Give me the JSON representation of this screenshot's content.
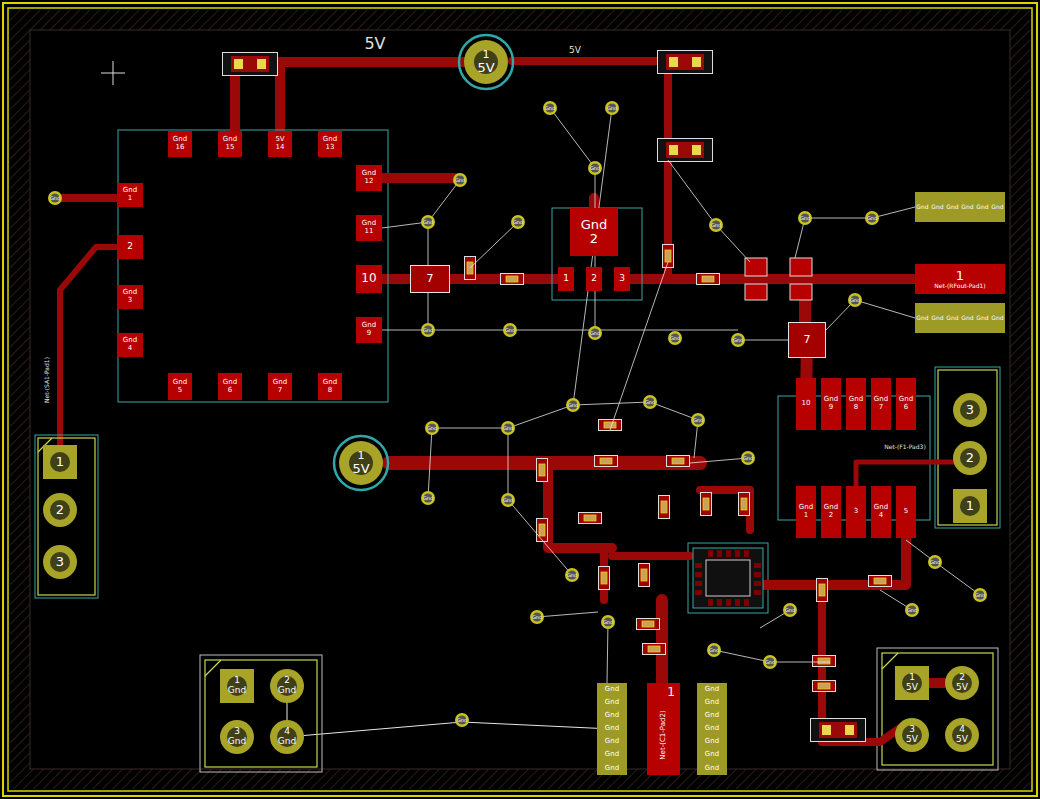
{
  "diagram": {
    "nodes": [
      {
        "text": [
          "1",
          "5V"
        ]
      },
      {
        "text": [
          "Gnd",
          "16"
        ]
      },
      {
        "text": [
          "Gnd",
          "15"
        ]
      },
      {
        "text": [
          "5V",
          "14"
        ]
      },
      {
        "text": [
          "Gnd",
          "13"
        ]
      },
      {
        "text": [
          "Gnd",
          "12"
        ]
      },
      {
        "text": [
          "Gnd",
          "1"
        ]
      },
      {
        "text": [
          "Gnd",
          "Gnd",
          "Gnd",
          "Gnd",
          "Gnd",
          "Gnd"
        ]
      },
      {
        "text": [
          "Gnd",
          "11"
        ]
      },
      {
        "text": [
          "Gnd",
          "2"
        ]
      },
      {
        "text": [
          "2"
        ]
      },
      {
        "text": [
          "10"
        ]
      },
      {
        "text": [
          "7"
        ]
      },
      {
        "text": [
          "1"
        ]
      },
      {
        "text": [
          "2"
        ]
      },
      {
        "text": [
          "3"
        ]
      },
      {
        "text": [
          "1",
          "Net-(RFout-Pad1)"
        ]
      },
      {
        "text": [
          "Gnd",
          "3"
        ]
      },
      {
        "text": [
          "Gnd",
          "Gnd",
          "Gnd",
          "Gnd",
          "Gnd",
          "Gnd"
        ]
      },
      {
        "text": [
          "Gnd",
          "9"
        ]
      },
      {
        "text": [
          "Gnd",
          "4"
        ]
      },
      {
        "text": [
          "7"
        ]
      },
      {
        "text": [
          "Gnd",
          "5"
        ]
      },
      {
        "text": [
          "Gnd",
          "6"
        ]
      },
      {
        "text": [
          "Gnd",
          "7"
        ]
      },
      {
        "text": [
          "Gnd",
          "8"
        ]
      },
      {
        "text": [
          "10"
        ]
      },
      {
        "text": [
          "Gnd",
          "9"
        ]
      },
      {
        "text": [
          "Gnd",
          "8"
        ]
      },
      {
        "text": [
          "Gnd",
          "7"
        ]
      },
      {
        "text": [
          "Gnd",
          "6"
        ]
      },
      {
        "text": [
          "3"
        ]
      },
      {
        "text": [
          "1"
        ]
      },
      {
        "text": [
          "1",
          "5V"
        ]
      },
      {
        "text": [
          "2"
        ]
      },
      {
        "text": [
          "Gnd",
          "1"
        ]
      },
      {
        "text": [
          "Gnd",
          "2"
        ]
      },
      {
        "text": [
          "3"
        ]
      },
      {
        "text": [
          "Gnd",
          "4"
        ]
      },
      {
        "text": [
          "5"
        ]
      },
      {
        "text": [
          "1"
        ]
      },
      {
        "text": [
          "2"
        ]
      },
      {
        "text": [
          "3"
        ]
      },
      {
        "text": [
          "1",
          "5V"
        ]
      },
      {
        "text": [
          "2",
          "5V"
        ]
      },
      {
        "text": [
          "1",
          "Gnd"
        ]
      },
      {
        "text": [
          "2",
          "Gnd"
        ]
      },
      {
        "text": [
          "Gnd",
          "Gnd",
          "Gnd",
          "Gnd",
          "Gnd",
          "Gnd",
          "Gnd"
        ]
      },
      {
        "text": [
          "1",
          "Net-(C1-Pad2)"
        ]
      },
      {
        "text": [
          "Gnd",
          "Gnd",
          "Gnd",
          "Gnd",
          "Gnd",
          "Gnd",
          "Gnd"
        ]
      },
      {
        "text": [
          "3",
          "Gnd"
        ]
      },
      {
        "text": [
          "4",
          "Gnd"
        ]
      },
      {
        "text": [
          "3",
          "5V"
        ]
      },
      {
        "text": [
          "4",
          "5V"
        ]
      }
    ],
    "edges": [
      {
        "from": 32,
        "to": 10,
        "arrow": "none"
      },
      {
        "from": 0,
        "to": 3,
        "arrow": "none"
      },
      {
        "from": 11,
        "to": 12,
        "arrow": "none"
      },
      {
        "from": 12,
        "to": 13,
        "arrow": "none"
      },
      {
        "from": 15,
        "to": 16,
        "arrow": "none"
      },
      {
        "from": 51,
        "to": 47,
        "arrow": "none"
      },
      {
        "from": 46,
        "to": 51,
        "arrow": "none"
      },
      {
        "from": 43,
        "to": 44,
        "arrow": "none"
      },
      {
        "from": 21,
        "to": 26,
        "arrow": "none"
      }
    ],
    "labels": [
      "5V",
      "5V",
      "Net-(SA1-Pad1)",
      "Net-(F1-Pad3)",
      "Gnd",
      "Gnd",
      "Gnd",
      "Gnd",
      "Gnd",
      "Gnd",
      "Gnd",
      "Gnd",
      "Gnd",
      "Gnd",
      "Gnd",
      "Gnd",
      "Gnd",
      "Gnd",
      "Gnd",
      "Gnd",
      "Gnd",
      "Gnd",
      "Gnd",
      "Gnd",
      "Gnd",
      "Gnd",
      "Gnd",
      "Gnd",
      "Gnd",
      "Gnd",
      "Gnd",
      "Gnd",
      "Gnd",
      "Gnd",
      "Gnd",
      "Gnd",
      "Gnd",
      "Gnd"
    ]
  }
}
